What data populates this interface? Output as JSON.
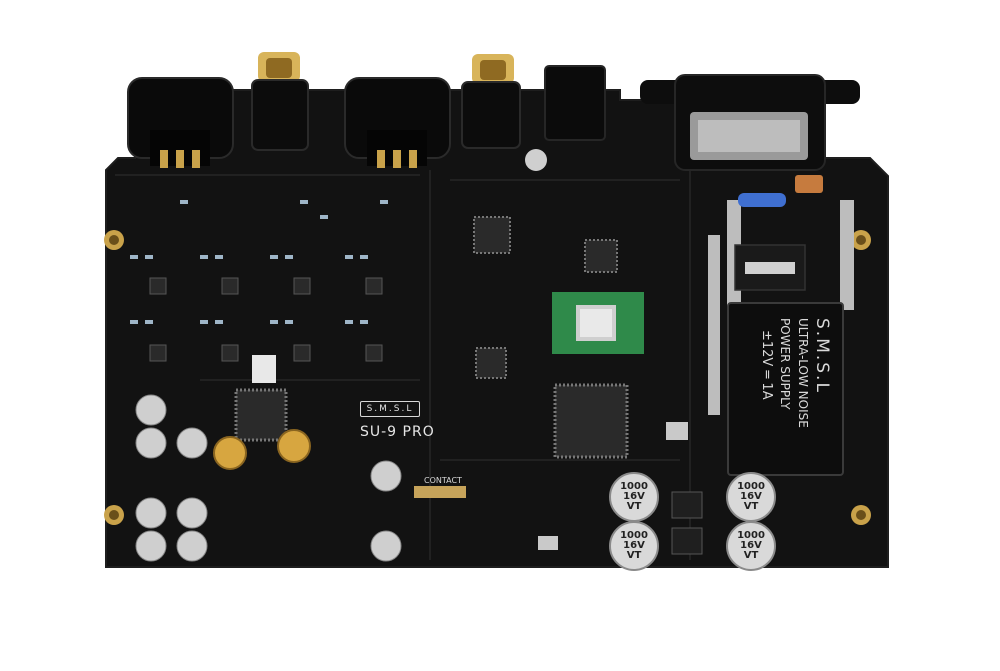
{
  "board": {
    "brand_logo": "S.M.S.L",
    "model_label": "SU-9 PRO",
    "contact_label": "CONTACT"
  },
  "psu_module": {
    "brand": "S.M.S.L",
    "line1": "ULTRA-LOW NOISE",
    "line2": "POWER SUPPLY",
    "line3": "±12V ═ 1A"
  },
  "capacitors": {
    "value": "1000",
    "voltage": "16V",
    "series": "VT"
  },
  "colors": {
    "pcb": "#121212",
    "gold": "#c9a24a",
    "module_green": "#2f8a4a"
  }
}
